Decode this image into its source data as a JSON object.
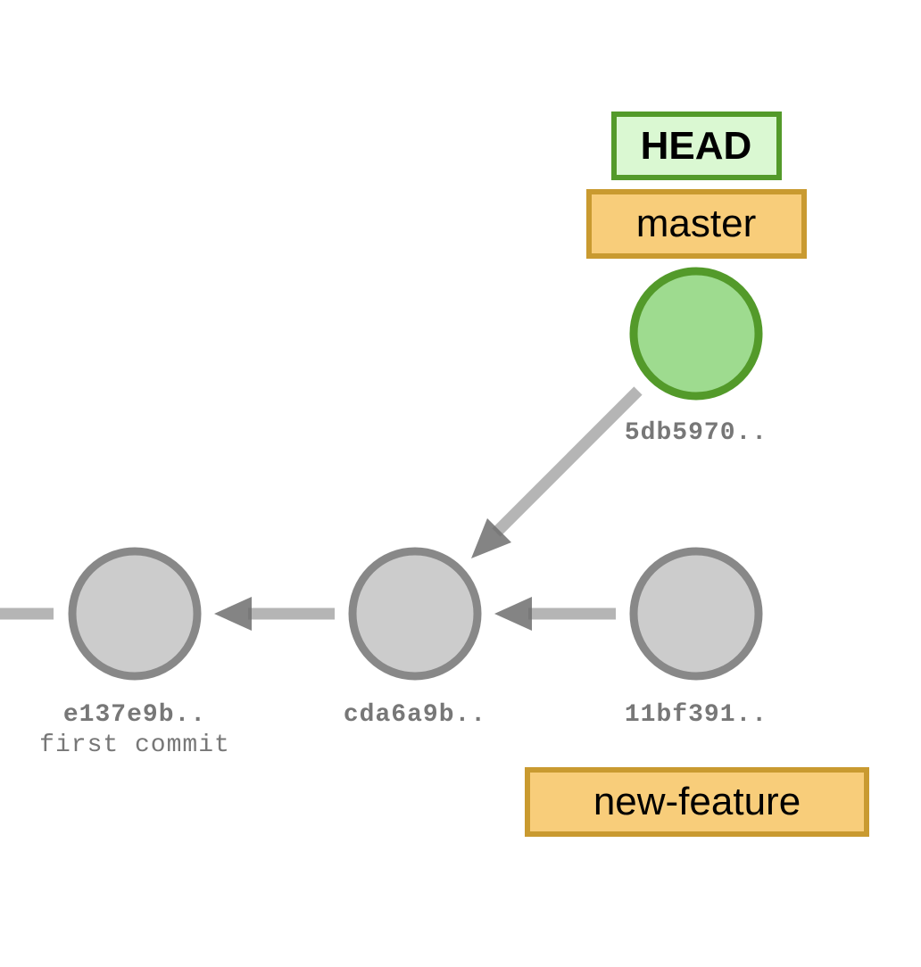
{
  "commits": [
    {
      "id": "c1",
      "sha": "e137e9b..",
      "message": "first commit",
      "current": false
    },
    {
      "id": "c2",
      "sha": "cda6a9b..",
      "message": "",
      "current": false
    },
    {
      "id": "c3",
      "sha": "11bf391..",
      "message": "",
      "current": false
    },
    {
      "id": "c4",
      "sha": "5db5970..",
      "message": "",
      "current": true
    }
  ],
  "refs": {
    "head": {
      "label": "HEAD"
    },
    "master": {
      "label": "master"
    },
    "new_feature": {
      "label": "new-feature"
    }
  },
  "colors": {
    "commit_fill": "#cccccc",
    "commit_stroke": "#888888",
    "current_fill": "#9edb8f",
    "current_stroke": "#539a2a",
    "edge": "#b5b5b5",
    "arrowhead": "#777777",
    "branch_fill": "#f8cd7a",
    "branch_stroke": "#c99a30",
    "head_fill": "#daf8d2",
    "head_stroke": "#539a2a",
    "label": "#777777"
  }
}
